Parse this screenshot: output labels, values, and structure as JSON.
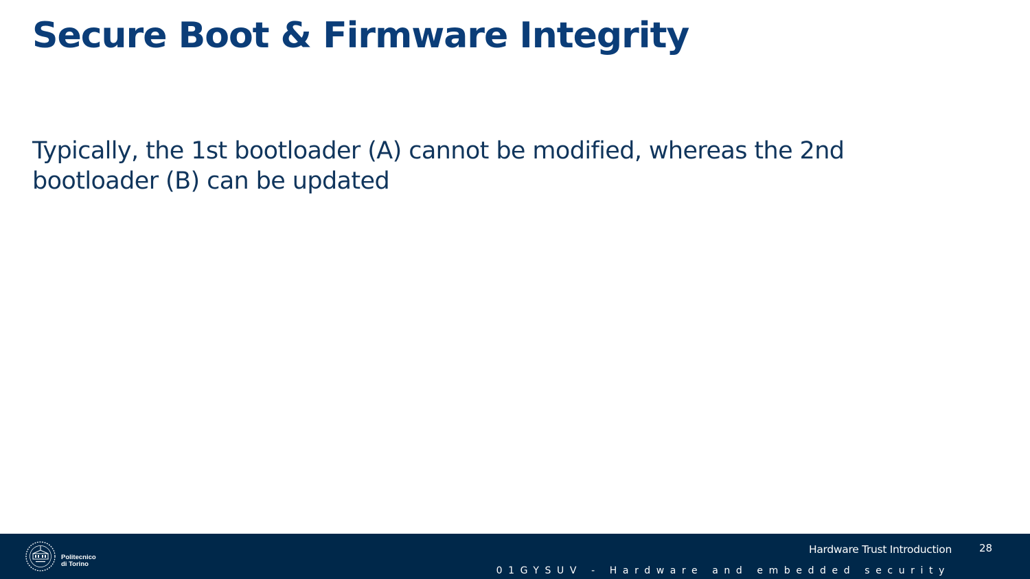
{
  "slide": {
    "title": "Secure Boot & Firmware Integrity",
    "body": "Typically, the 1st bootloader (A) cannot be modified, whereas the 2nd bootloader (B) can be updated"
  },
  "footer": {
    "logo": {
      "line1": "Politecnico",
      "line2": "di Torino",
      "icon": "politecnico-seal-icon"
    },
    "presentation_title": "Hardware Trust Introduction",
    "page_number": "28",
    "course": "01GYSUV - Hardware and embedded security"
  },
  "colors": {
    "title": "#0b3d78",
    "body_text": "#10355c",
    "footer_background": "#00284a",
    "footer_text": "#ffffff"
  }
}
